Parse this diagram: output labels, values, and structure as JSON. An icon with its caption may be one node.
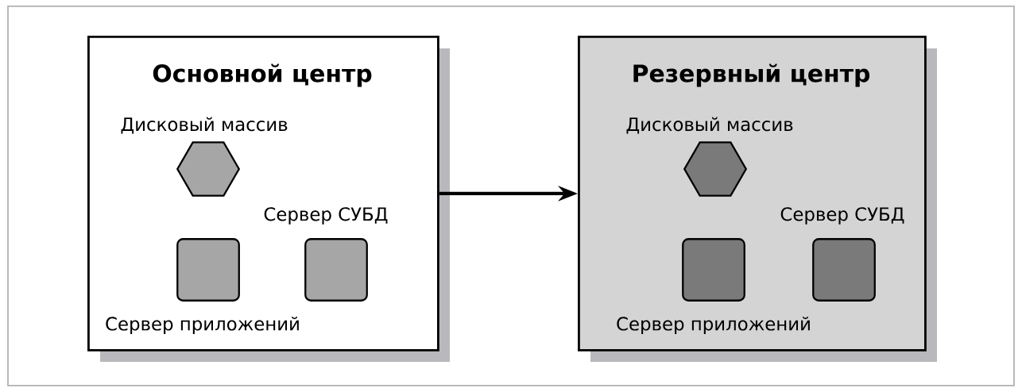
{
  "diagram": {
    "nodes": [
      {
        "text": [
          "Основной центр"
        ]
      },
      {
        "text": [],
        "shape": "hexagon",
        "beside": [
          "Дисковый массив"
        ],
        "in": 0
      },
      {
        "text": [],
        "shape": "box",
        "beside": [
          "Сервер приложений"
        ],
        "in": 0
      },
      {
        "text": [],
        "shape": "box",
        "beside": [
          "Сервер СУБД"
        ],
        "in": 0
      },
      {
        "text": [
          "Резервный центр"
        ]
      },
      {
        "text": [],
        "shape": "hexagon",
        "beside": [
          "Дисковый массив"
        ],
        "in": 4
      },
      {
        "text": [],
        "shape": "box",
        "beside": [
          "Сервер приложений"
        ],
        "in": 4
      },
      {
        "text": [],
        "shape": "box",
        "beside": [
          "Сервер СУБД"
        ],
        "in": 4
      }
    ],
    "edges": [
      {
        "from": 0,
        "to": 4,
        "arrow": "to"
      }
    ]
  }
}
